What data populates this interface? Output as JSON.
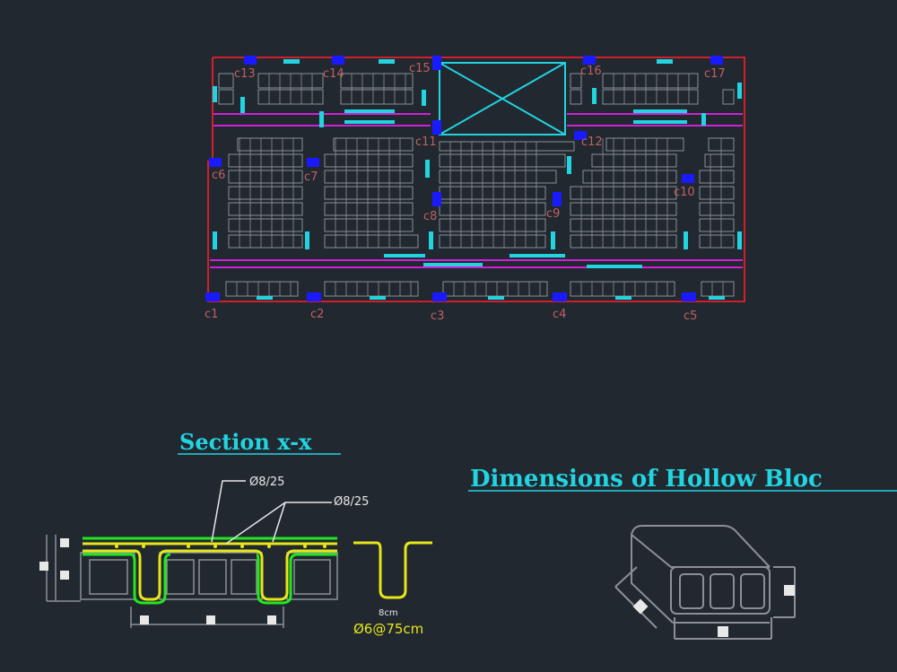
{
  "colors": {
    "background": "#212830",
    "border_red": "#d0202a",
    "column_blue": "#1a1aff",
    "cyan": "#22d3e0",
    "magenta": "#d020d8",
    "grey": "#8c9096",
    "label_red": "#c06060",
    "yellow": "#e6e61a",
    "green": "#22e622",
    "white": "#e8e8e8"
  },
  "plan": {
    "columns": {
      "c1": "c1",
      "c2": "c2",
      "c3": "c3",
      "c4": "c4",
      "c5": "c5",
      "c6": "c6",
      "c7": "c7",
      "c8": "c8",
      "c9": "c9",
      "c10": "c10",
      "c11": "c11",
      "c12": "c12",
      "c13": "c13",
      "c14": "c14",
      "c15": "c15",
      "c16": "c16",
      "c17": "c17"
    }
  },
  "section": {
    "title": "Section  x-x",
    "rebar_label_1": "Ø8/25",
    "rebar_label_2": "Ø8/25",
    "rib_width": "8cm",
    "stirrup_label": "Ø6@75cm"
  },
  "block": {
    "title": "Dimensions  of  Hollow  Bloc"
  }
}
